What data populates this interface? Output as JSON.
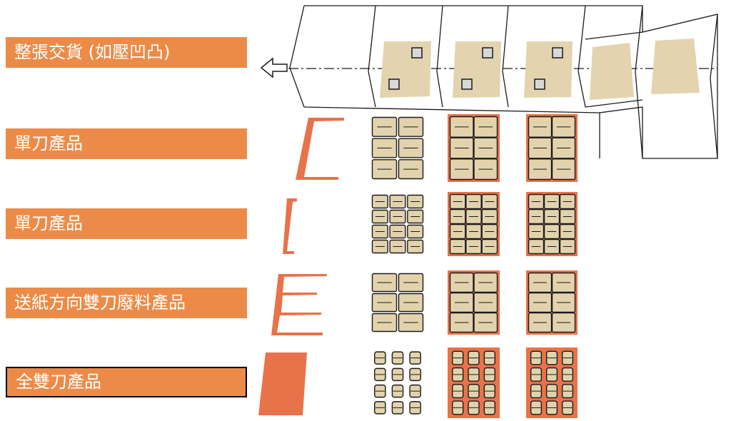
{
  "labels": [
    {
      "text": "整張交貨 (如壓凹凸)",
      "bordered": false
    },
    {
      "text": "單刀產品",
      "bordered": false
    },
    {
      "text": "單刀產品",
      "bordered": false
    },
    {
      "text": "送紙方向雙刀廢料產品",
      "bordered": false
    },
    {
      "text": "全雙刀產品",
      "bordered": true
    }
  ],
  "colors": {
    "label_bg": "#ec8b48",
    "waste": "#e8724a",
    "product": "#e2d3ad",
    "sheet": "#e3d3af",
    "line": "#1a1a1a"
  },
  "rows": [
    {
      "name": "single-knife-large",
      "grid": [
        2,
        3
      ],
      "waste_pattern": "corner-large"
    },
    {
      "name": "single-knife-small",
      "grid": [
        3,
        4
      ],
      "waste_pattern": "corner-small"
    },
    {
      "name": "double-knife-feed",
      "grid": [
        2,
        3
      ],
      "waste_pattern": "comb"
    },
    {
      "name": "full-double-knife",
      "grid": [
        3,
        4
      ],
      "waste_pattern": "scatter"
    }
  ]
}
